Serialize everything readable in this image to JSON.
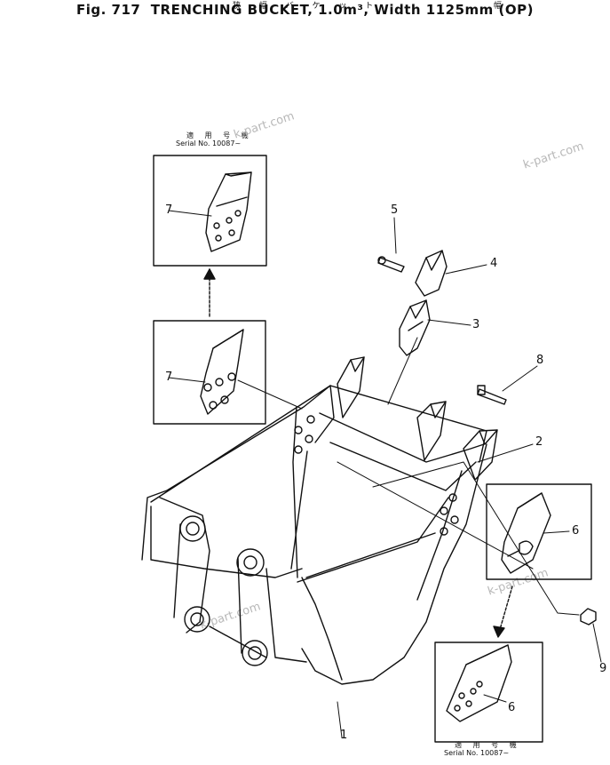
{
  "title": {
    "fig": "Fig. 717",
    "text": "TRENCHING BUCKET, 1.0m³, Width 1125mm (OP)",
    "jp": "狭 幅 バ ケ ッ ト、",
    "jp2": "幅"
  },
  "serial_top": {
    "jp": "適 用 号 機",
    "text": "Serial No. 10087~"
  },
  "serial_bottom": {
    "jp": "適 用 号 機",
    "text": "Serial No. 10087~"
  },
  "watermarks": [
    "k-part.com",
    "k-part.com",
    "k-part.com",
    "k-part.com"
  ],
  "callouts": [
    "1",
    "2",
    "3",
    "4",
    "5",
    "6",
    "6",
    "7",
    "7",
    "8",
    "9"
  ]
}
